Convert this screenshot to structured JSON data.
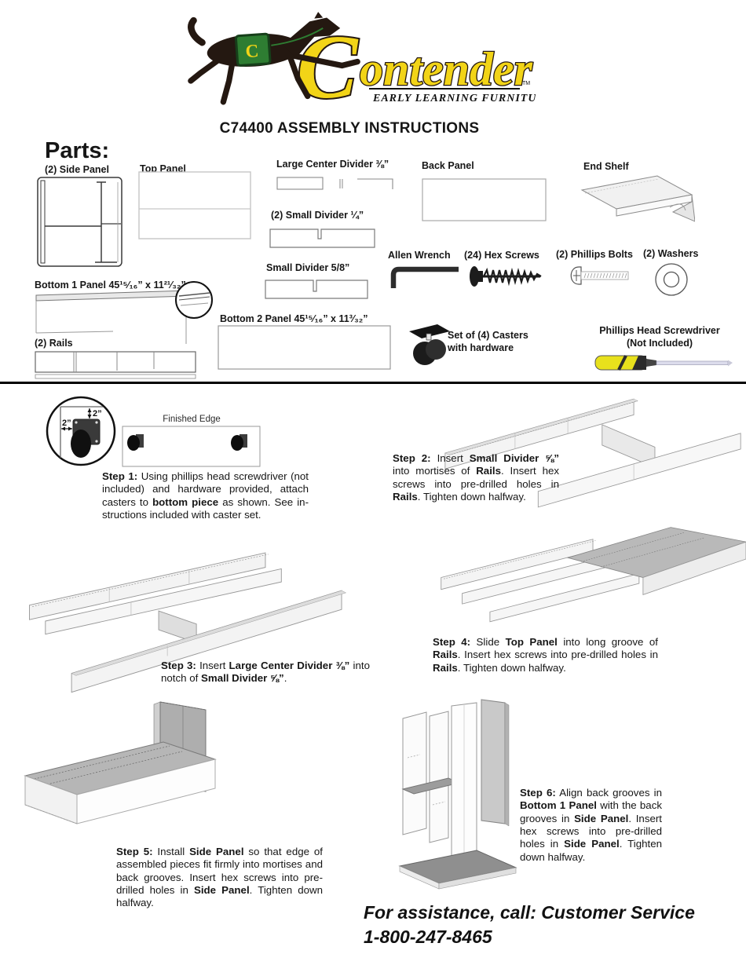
{
  "logo": {
    "brand_initial": "C",
    "brand_rest": "ontender",
    "tagline": "EARLY LEARNING FURNITURE",
    "tm": "TM",
    "saddle_letter": "C",
    "colors": {
      "logo_yellow": "#f2d417",
      "logo_dark": "#241811",
      "saddle_green": "#2e7d32",
      "screwdriver_yellow": "#e8e11c"
    }
  },
  "title": "C74400 ASSEMBLY INSTRUCTIONS",
  "parts": {
    "heading": "Parts:",
    "side_panel": "(2) Side Panel",
    "top_panel": "Top Panel",
    "large_center_divider": "Large Center Divider ⅜”",
    "back_panel": "Back Panel",
    "end_shelf": "End Shelf",
    "small_divider_quarter": "(2) Small Divider ¼”",
    "allen_wrench": "Allen Wrench",
    "hex_screws": "(24) Hex Screws",
    "phillips_bolts": "(2) Phillips Bolts",
    "washers": "(2) Washers",
    "small_divider_58": "Small Divider 5/8”",
    "bottom1_panel": "Bottom 1 Panel 45¹⁵⁄₁₆” x 11²¹⁄₃₂”",
    "bottom2_panel": "Bottom 2 Panel 45¹⁵⁄₁₆” x 11³⁄₃₂”",
    "rails": "(2) Rails",
    "casters_line1": "Set of (4) Casters",
    "casters_line2": "with hardware",
    "screwdriver_line1": "Phillips Head Screwdriver",
    "screwdriver_line2": "(Not Included)"
  },
  "step1_detail": {
    "dim_horizontal": "2”",
    "dim_vertical": "2”",
    "finished_edge": "Finished Edge"
  },
  "steps": {
    "step1": [
      {
        "t": "Step 1:",
        "b": true
      },
      {
        "t": " Using phillips head screwdriver (not included) and hardware provided, attach casters to "
      },
      {
        "t": "bottom piece",
        "b": true
      },
      {
        "t": " as shown. See in-structions included with caster set."
      }
    ],
    "step2": [
      {
        "t": "Step 2:",
        "b": true
      },
      {
        "t": " Insert "
      },
      {
        "t": "Small Divider ⅝”",
        "b": true
      },
      {
        "t": " into mortises of "
      },
      {
        "t": "Rails",
        "b": true
      },
      {
        "t": ". Insert hex screws into pre-drilled holes in "
      },
      {
        "t": "Rails",
        "b": true
      },
      {
        "t": ". Tighten down halfway."
      }
    ],
    "step3": [
      {
        "t": "Step 3:",
        "b": true
      },
      {
        "t": " Insert "
      },
      {
        "t": "Large Center Divider ⅜”",
        "b": true
      },
      {
        "t": " into notch of "
      },
      {
        "t": "Small Divider ⅝”",
        "b": true
      },
      {
        "t": "."
      }
    ],
    "step4": [
      {
        "t": "Step 4:",
        "b": true
      },
      {
        "t": " Slide "
      },
      {
        "t": "Top Panel",
        "b": true
      },
      {
        "t": " into long groove of "
      },
      {
        "t": "Rails",
        "b": true
      },
      {
        "t": ". Insert hex screws into pre-drilled holes in "
      },
      {
        "t": "Rails",
        "b": true
      },
      {
        "t": ". Tighten down halfway."
      }
    ],
    "step5": [
      {
        "t": "Step 5:",
        "b": true
      },
      {
        "t": " Install "
      },
      {
        "t": "Side Panel",
        "b": true
      },
      {
        "t": " so that edge of assembled pieces fit firmly into mortises and back grooves. Insert hex screws into pre-drilled holes in "
      },
      {
        "t": "Side Panel",
        "b": true
      },
      {
        "t": ". Tighten down halfway."
      }
    ],
    "step6": [
      {
        "t": "Step 6:",
        "b": true
      },
      {
        "t": " Align back grooves in "
      },
      {
        "t": "Bottom 1 Panel",
        "b": true
      },
      {
        "t": " with the back grooves in "
      },
      {
        "t": "Side Panel",
        "b": true
      },
      {
        "t": ". Insert hex screws into pre-drilled holes in "
      },
      {
        "t": "Side Panel",
        "b": true
      },
      {
        "t": ". Tighten down halfway."
      }
    ]
  },
  "footer": {
    "line1": "For assistance, call: Customer Service",
    "line2": "1-800-247-8465"
  }
}
